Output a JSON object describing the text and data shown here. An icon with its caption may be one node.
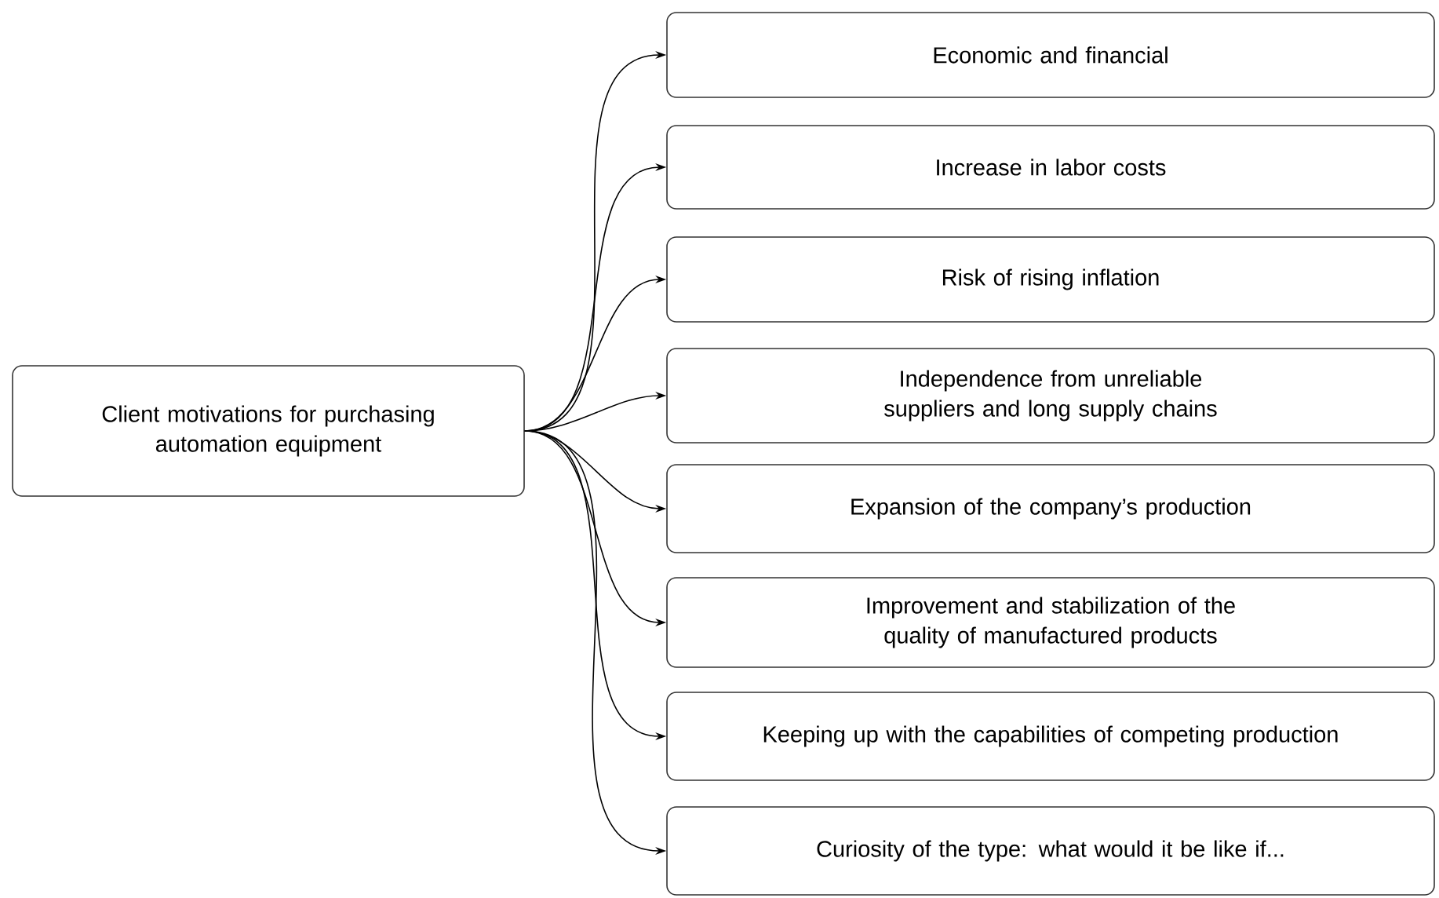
{
  "diagram": {
    "nodes": [
      {
        "text": [
          "Client motivations for purchasing automation equipment"
        ]
      },
      {
        "text": [
          "Economic and financial"
        ]
      },
      {
        "text": [
          "Increase in labor costs"
        ]
      },
      {
        "text": [
          "Risk of rising inflation"
        ]
      },
      {
        "text": [
          "Independence from unreliable suppliers and long supply chains"
        ]
      },
      {
        "text": [
          "Expansion of the company’s production"
        ]
      },
      {
        "text": [
          "Improvement and stabilization of the quality of manufactured products"
        ]
      },
      {
        "text": [
          "Keeping up with the capabilities of competing production"
        ]
      },
      {
        "text": [
          "Curiosity of the type: what would it be like if..."
        ]
      }
    ],
    "edges": [
      {
        "from": 0,
        "to": 1,
        "arrow": "to"
      },
      {
        "from": 0,
        "to": 2,
        "arrow": "to"
      },
      {
        "from": 0,
        "to": 3,
        "arrow": "to"
      },
      {
        "from": 0,
        "to": 4,
        "arrow": "to"
      },
      {
        "from": 0,
        "to": 5,
        "arrow": "to"
      },
      {
        "from": 0,
        "to": 6,
        "arrow": "to"
      },
      {
        "from": 0,
        "to": 7,
        "arrow": "to"
      },
      {
        "from": 0,
        "to": 8,
        "arrow": "to"
      }
    ]
  }
}
